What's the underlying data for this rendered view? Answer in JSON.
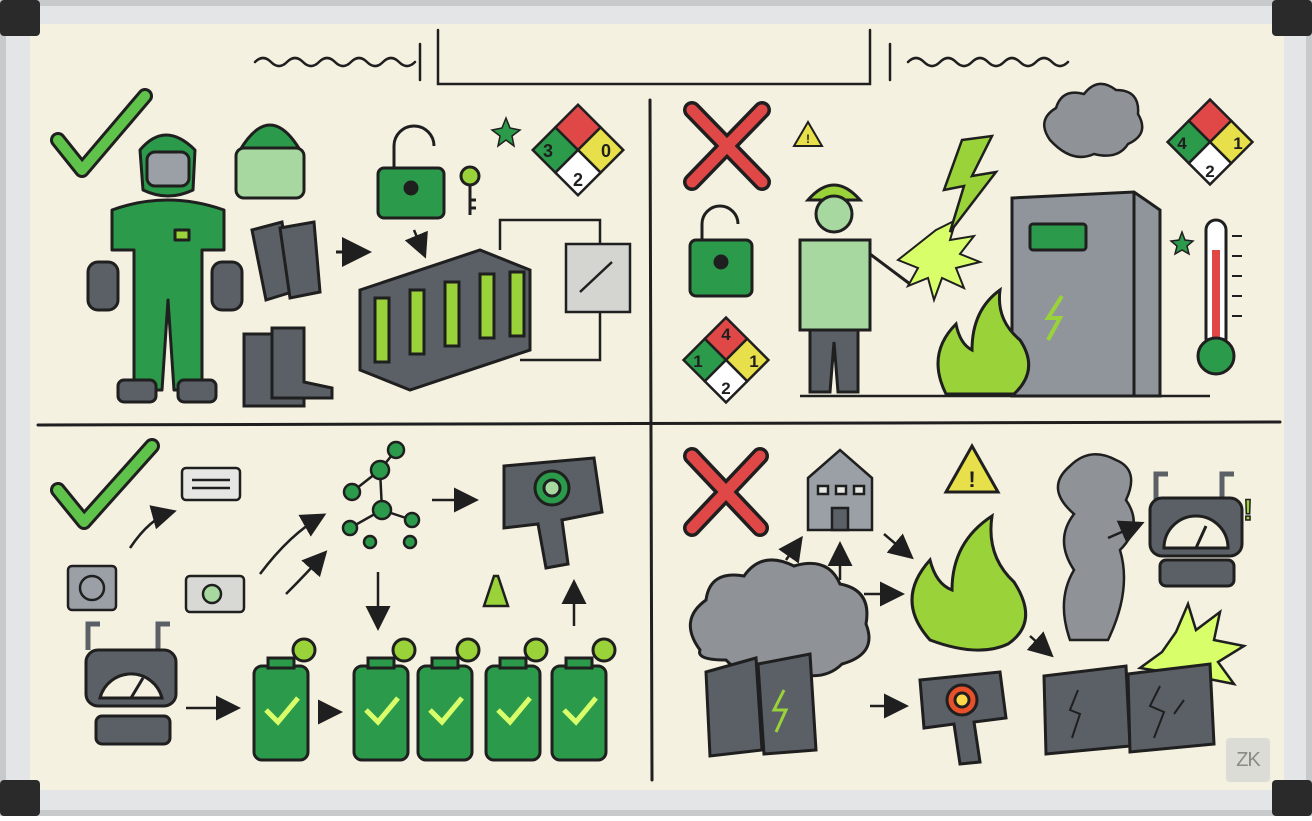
{
  "colors": {
    "board": "#f5f1e1",
    "frame": "#c9cccd",
    "ink": "#1f1f1f",
    "green": "#2b9a4a",
    "dark_green": "#1e7a38",
    "lime": "#9ad23a",
    "red": "#e04848",
    "grey": "#5b6066",
    "yellow": "#e8e04a",
    "smoke": "#8f9296"
  },
  "panels": {
    "top_left": {
      "verdict_icon": "check-icon",
      "nfpa": {
        "health": "3",
        "flammability": "",
        "reactivity": "0",
        "special": "2"
      }
    },
    "top_right": {
      "verdict_icon": "cross-icon",
      "nfpa_top": {
        "health": "4",
        "flammability": "",
        "reactivity": "1",
        "special": "2"
      },
      "nfpa_bottom": {
        "health": "1",
        "flammability": "4",
        "reactivity": "1",
        "special": "2"
      }
    },
    "bottom_left": {
      "verdict_icon": "check-icon"
    },
    "bottom_right": {
      "verdict_icon": "cross-icon"
    }
  },
  "stamp": {
    "text": "ZK"
  }
}
